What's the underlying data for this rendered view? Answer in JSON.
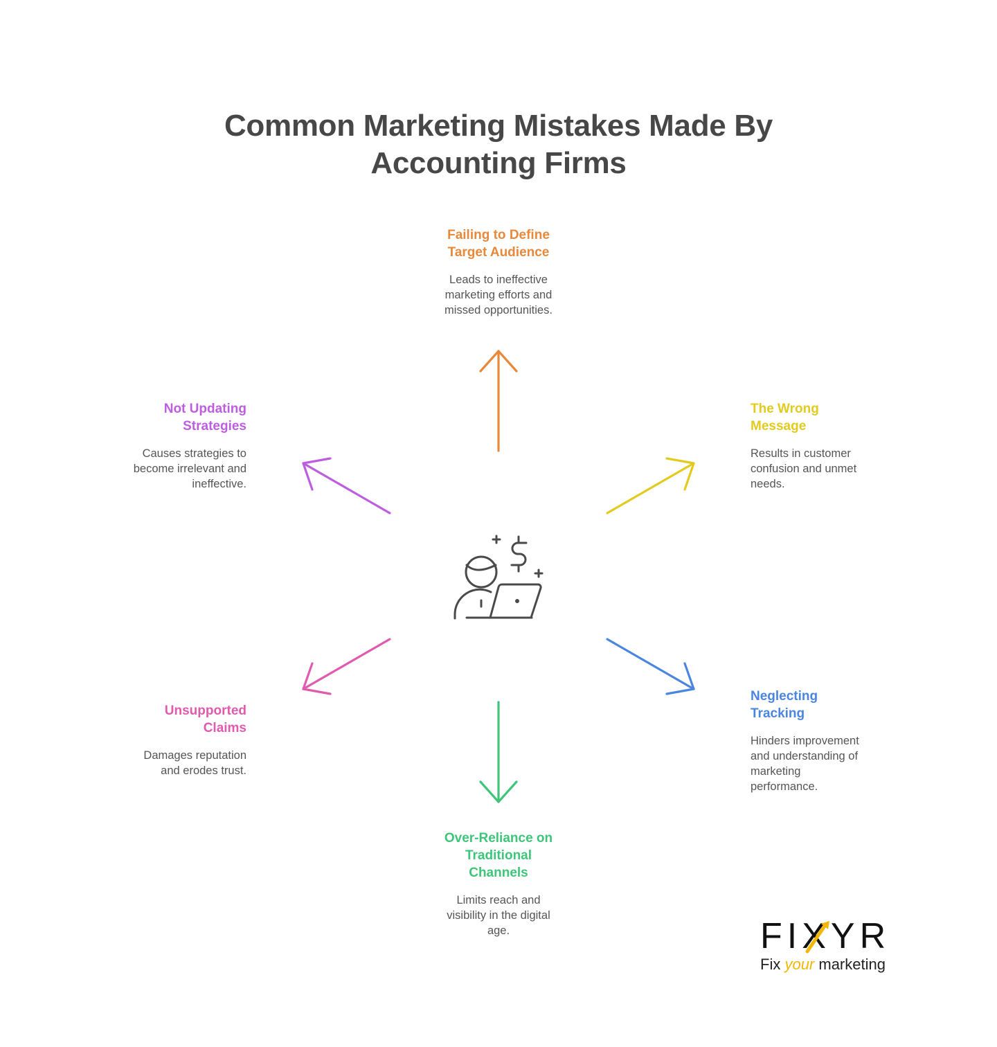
{
  "title": "Common Marketing Mistakes Made By Accounting Firms",
  "title_lines": [
    "Common Marketing Mistakes Made By",
    "Accounting Firms"
  ],
  "center_icon": "accountant-laptop-dollar-icon",
  "nodes": [
    {
      "id": "top",
      "heading_lines": [
        "Failing to Define",
        "Target Audience"
      ],
      "heading": "Failing to Define Target Audience",
      "description_lines": [
        "Leads to ineffective",
        "marketing efforts and",
        "missed opportunities."
      ],
      "color": "#e8883a",
      "arrow": "arrow-up"
    },
    {
      "id": "upper-right",
      "heading_lines": [
        "The Wrong",
        "Message"
      ],
      "heading": "The Wrong Message",
      "description_lines": [
        "Results in customer",
        "confusion and unmet",
        "needs."
      ],
      "color": "#e2cb1e",
      "arrow": "arrow-up-right"
    },
    {
      "id": "lower-right",
      "heading_lines": [
        "Neglecting",
        "Tracking"
      ],
      "heading": "Neglecting Tracking",
      "description_lines": [
        "Hinders improvement",
        "and understanding of",
        "marketing",
        "performance."
      ],
      "color": "#4a86e0",
      "arrow": "arrow-down-right"
    },
    {
      "id": "bottom",
      "heading_lines": [
        "Over-Reliance on",
        "Traditional",
        "Channels"
      ],
      "heading": "Over-Reliance on Traditional Channels",
      "description_lines": [
        "Limits reach and",
        "visibility in the digital",
        "age."
      ],
      "color": "#3ec57a",
      "arrow": "arrow-down"
    },
    {
      "id": "lower-left",
      "heading_lines": [
        "Unsupported",
        "Claims"
      ],
      "heading": "Unsupported Claims",
      "description_lines": [
        "Damages reputation",
        "and erodes trust."
      ],
      "color": "#e05aae",
      "arrow": "arrow-down-left"
    },
    {
      "id": "upper-left",
      "heading_lines": [
        "Not Updating",
        "Strategies"
      ],
      "heading": "Not Updating Strategies",
      "description_lines": [
        "Causes strategies to",
        "become irrelevant and",
        "ineffective."
      ],
      "color": "#bd5ee0",
      "arrow": "arrow-up-left"
    }
  ],
  "logo": {
    "wordmark": "FIXYR",
    "tagline_prefix": "Fix ",
    "tagline_emphasis": "your",
    "tagline_suffix": " marketing",
    "accent_color": "#f2b705"
  }
}
